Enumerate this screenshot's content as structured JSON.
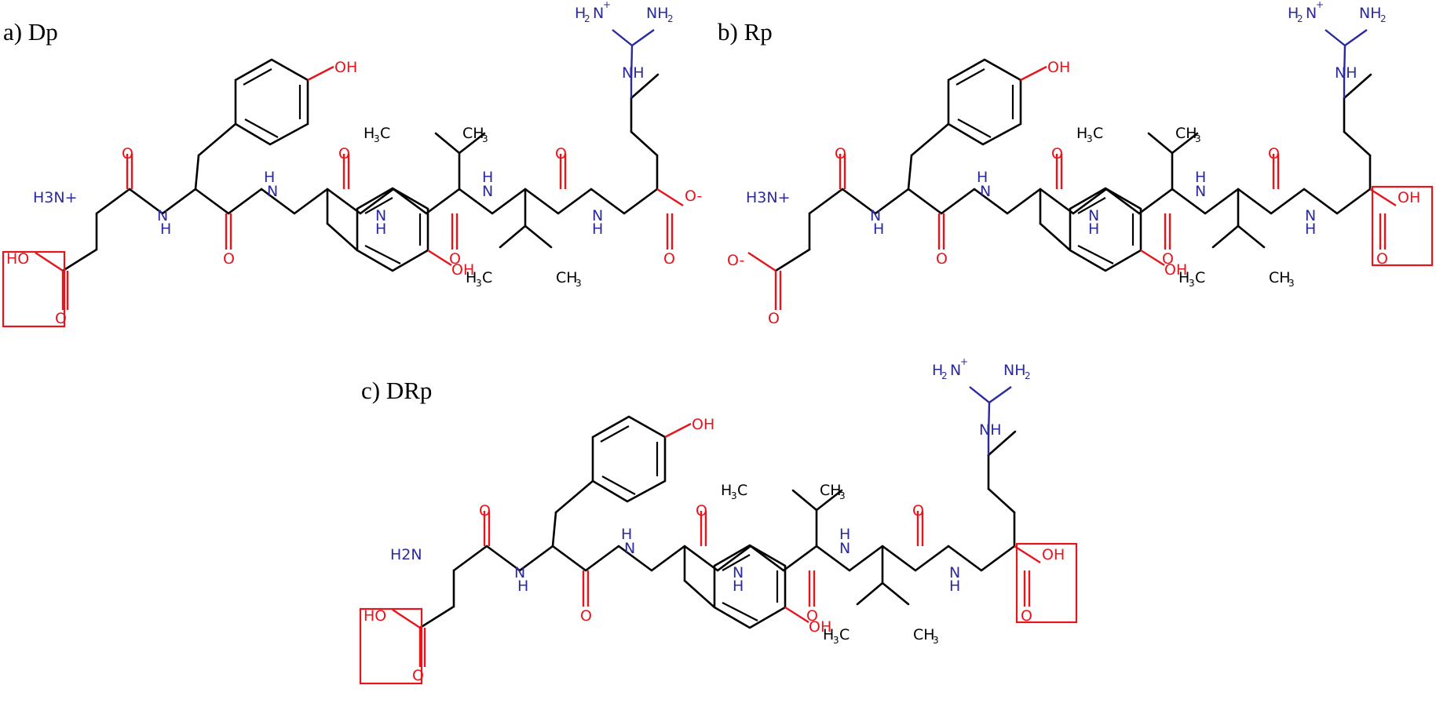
{
  "panels": [
    {
      "label": "a) Dp",
      "amine": "H3N+",
      "c_terminus": "O-",
      "boxes": [
        "side-chain-carboxyl"
      ]
    },
    {
      "label": "b) Rp",
      "amine": "H3N+",
      "c_terminus": "OH",
      "boxes": [
        "c-terminal-carboxyl"
      ]
    },
    {
      "label": "c) DRp",
      "amine": "H2N",
      "c_terminus": "OH",
      "boxes": [
        "side-chain-carboxyl",
        "c-terminal-carboxyl"
      ]
    }
  ],
  "colors": {
    "bond": "#000000",
    "oxygen": "#e8141b",
    "nitrogen": "#2a2a9c",
    "highlight": "#e8141b"
  }
}
